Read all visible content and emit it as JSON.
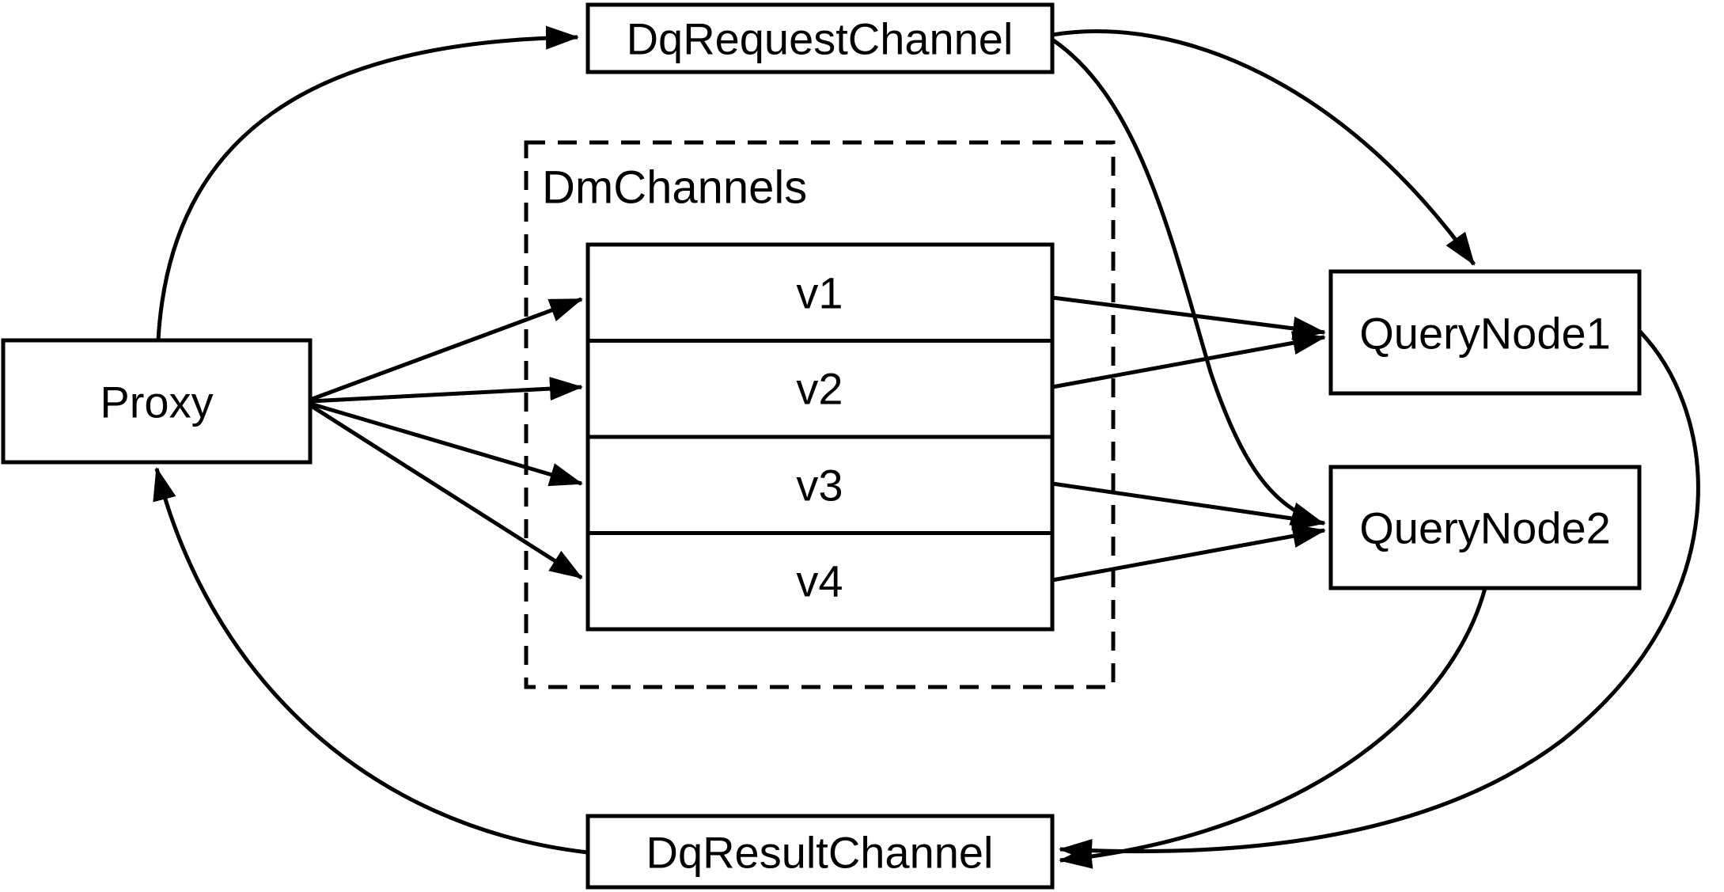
{
  "diagram": {
    "kind": "flow-diagram",
    "colors": {
      "stroke": "#000000",
      "background": "#ffffff",
      "text": "#000000"
    },
    "nodes": {
      "proxy": {
        "label": "Proxy"
      },
      "dq_request_channel": {
        "label": "DqRequestChannel"
      },
      "dm_channels": {
        "label": "DmChannels",
        "channels": [
          "v1",
          "v2",
          "v3",
          "v4"
        ]
      },
      "query_node_1": {
        "label": "QueryNode1"
      },
      "query_node_2": {
        "label": "QueryNode2"
      },
      "dq_result_channel": {
        "label": "DqResultChannel"
      }
    },
    "edges": [
      {
        "from": "Proxy",
        "to": "DqRequestChannel"
      },
      {
        "from": "Proxy",
        "to": "v1"
      },
      {
        "from": "Proxy",
        "to": "v2"
      },
      {
        "from": "Proxy",
        "to": "v3"
      },
      {
        "from": "Proxy",
        "to": "v4"
      },
      {
        "from": "v1",
        "to": "QueryNode1"
      },
      {
        "from": "v2",
        "to": "QueryNode1"
      },
      {
        "from": "v3",
        "to": "QueryNode2"
      },
      {
        "from": "v4",
        "to": "QueryNode2"
      },
      {
        "from": "DqRequestChannel",
        "to": "QueryNode1"
      },
      {
        "from": "DqRequestChannel",
        "to": "QueryNode2"
      },
      {
        "from": "QueryNode1",
        "to": "DqResultChannel"
      },
      {
        "from": "QueryNode2",
        "to": "DqResultChannel"
      },
      {
        "from": "DqResultChannel",
        "to": "Proxy"
      }
    ]
  }
}
